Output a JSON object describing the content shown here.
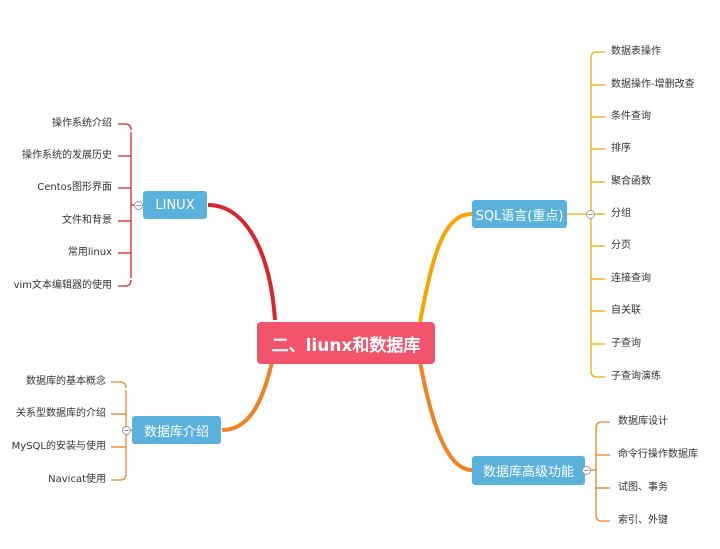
{
  "central": {
    "label": "二、liunx和数据库"
  },
  "branches": {
    "linux": {
      "label": "LINUX",
      "color": "#d9262b",
      "leaves": [
        "操作系统介绍",
        "操作系统的发展历史",
        "Centos图形界面",
        "文件和背景",
        "常用linux",
        "vim文本编辑器的使用"
      ]
    },
    "dbintro": {
      "label": "数据库介绍",
      "color": "#f08224",
      "leaves": [
        "数据库的基本概念",
        "关系型数据库的介绍",
        "MySQL的安装与使用",
        "Navicat使用"
      ]
    },
    "sql": {
      "label": "SQL语言(重点)",
      "color": "#f5a700",
      "leaves": [
        "数据表操作",
        "数据操作-增删改查",
        "条件查询",
        "排序",
        "聚合函数",
        "分组",
        "分页",
        "连接查询",
        "自关联",
        "子查询",
        "子查询演练"
      ]
    },
    "advanced": {
      "label": "数据库高级功能",
      "color": "#f08224",
      "leaves": [
        "数据库设计",
        "命令行操作数据库",
        "试图、事务",
        "索引、外键"
      ]
    }
  },
  "colors": {
    "central_fill": "#f2546c",
    "branch_fill": "#5ab2dc"
  }
}
